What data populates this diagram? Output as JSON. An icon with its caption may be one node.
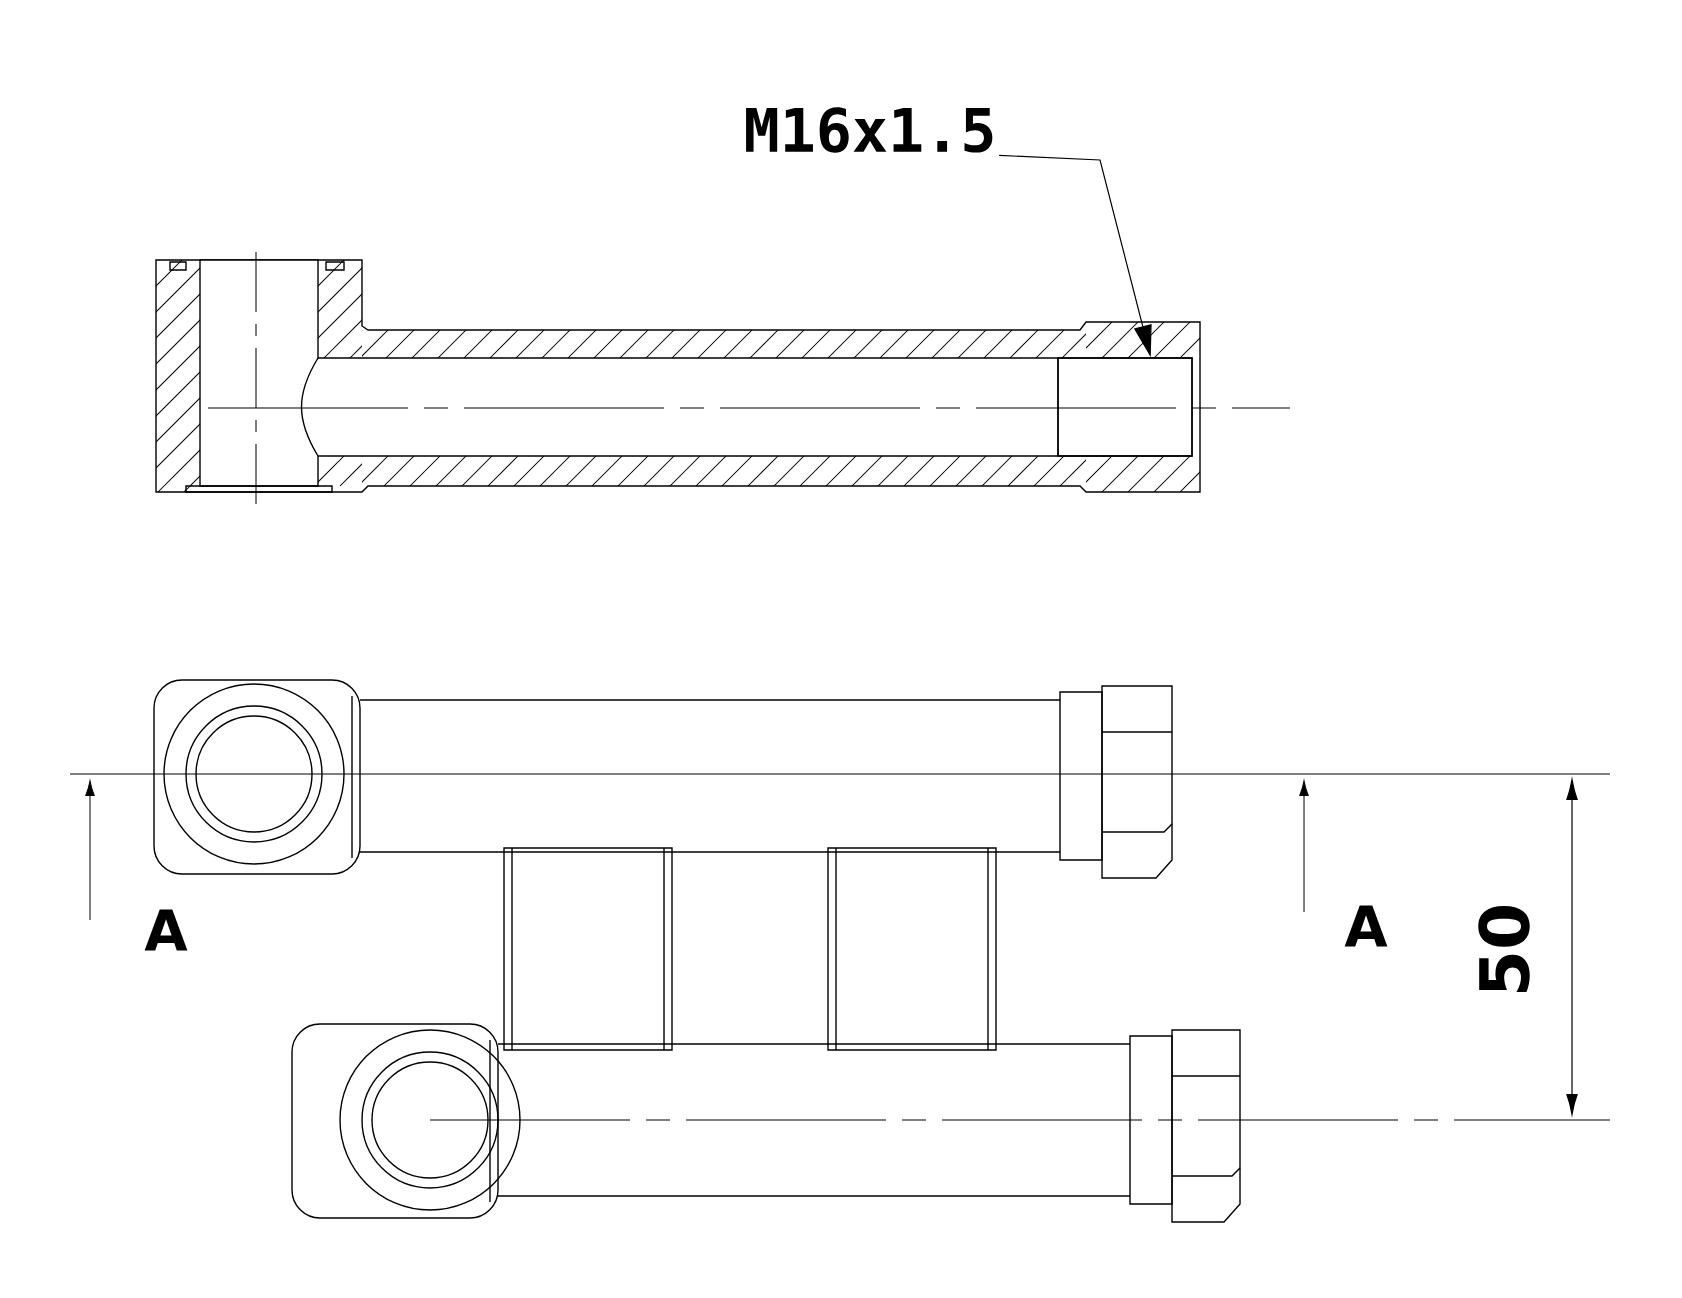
{
  "diagram": {
    "nodes": [
      {
        "text": [
          "M16x1.5"
        ]
      },
      {
        "text": [],
        "shape": "box"
      }
    ],
    "edges": [
      {
        "from": 0,
        "to": 1,
        "arrow": "to"
      }
    ],
    "labels": [
      "A",
      "A",
      "50"
    ]
  }
}
